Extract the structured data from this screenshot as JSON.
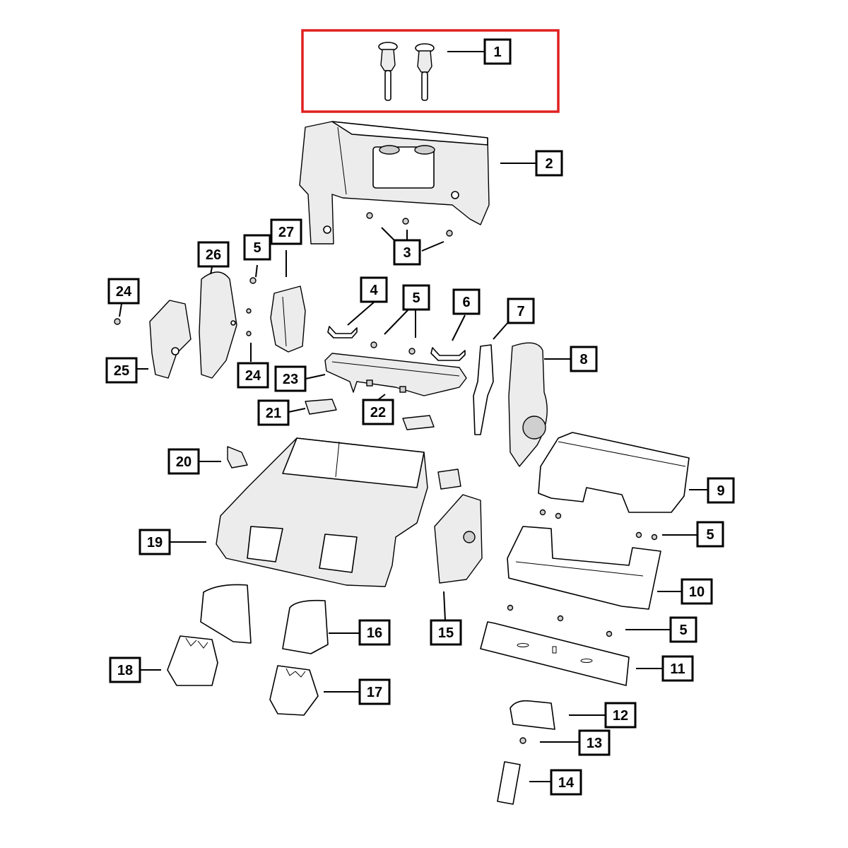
{
  "highlight_color": "#e02020",
  "callouts": [
    {
      "id": "c1",
      "label": "1"
    },
    {
      "id": "c2",
      "label": "2"
    },
    {
      "id": "c3",
      "label": "3"
    },
    {
      "id": "c4",
      "label": "4"
    },
    {
      "id": "c5a",
      "label": "5"
    },
    {
      "id": "c5b",
      "label": "5"
    },
    {
      "id": "c5c",
      "label": "5"
    },
    {
      "id": "c5d",
      "label": "5"
    },
    {
      "id": "c6",
      "label": "6"
    },
    {
      "id": "c7",
      "label": "7"
    },
    {
      "id": "c8",
      "label": "8"
    },
    {
      "id": "c9",
      "label": "9"
    },
    {
      "id": "c10",
      "label": "10"
    },
    {
      "id": "c11",
      "label": "11"
    },
    {
      "id": "c12",
      "label": "12"
    },
    {
      "id": "c13",
      "label": "13"
    },
    {
      "id": "c14",
      "label": "14"
    },
    {
      "id": "c15",
      "label": "15"
    },
    {
      "id": "c16",
      "label": "16"
    },
    {
      "id": "c17",
      "label": "17"
    },
    {
      "id": "c18",
      "label": "18"
    },
    {
      "id": "c19",
      "label": "19"
    },
    {
      "id": "c20",
      "label": "20"
    },
    {
      "id": "c21",
      "label": "21"
    },
    {
      "id": "c22",
      "label": "22"
    },
    {
      "id": "c23",
      "label": "23"
    },
    {
      "id": "c24a",
      "label": "24"
    },
    {
      "id": "c24b",
      "label": "24"
    },
    {
      "id": "c25",
      "label": "25"
    },
    {
      "id": "c26",
      "label": "26"
    },
    {
      "id": "c27",
      "label": "27"
    }
  ]
}
